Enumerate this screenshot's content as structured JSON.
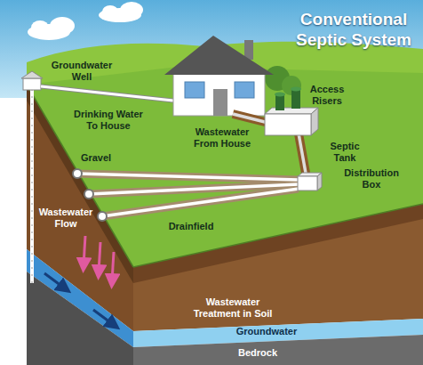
{
  "diagram": {
    "title": "Conventional Septic System",
    "labels": [
      "Groundwater Well",
      "Drinking Water To House",
      "Access Risers",
      "Wastewater From House",
      "Septic Tank",
      "Gravel",
      "Distribution Box",
      "Wastewater Flow",
      "Drainfield",
      "Wastewater Treatment in Soil",
      "Groundwater",
      "Bedrock"
    ]
  }
}
